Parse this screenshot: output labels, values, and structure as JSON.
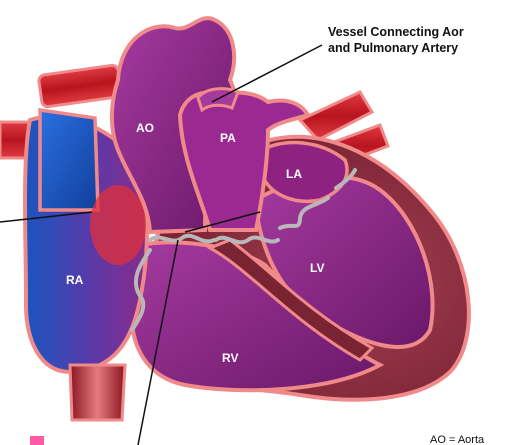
{
  "diagram": {
    "annotation": {
      "line1": "Vessel Connecting Aor",
      "line2": "and Pulmonary Artery"
    },
    "chambers": {
      "ao": "AO",
      "pa": "PA",
      "la": "LA",
      "lv": "LV",
      "ra": "RA",
      "rv": "RV"
    },
    "legend_fragment": "AO = Aorta"
  },
  "colors": {
    "outline": "#f08a8a",
    "muscle": "#8e2f3f",
    "purple": "#7a1f7a",
    "purple_light": "#9b2f93",
    "blue": "#1a4fb8",
    "red": "#d9232f",
    "valve": "#b8b8b8",
    "pink_marker": "#ff5aa5"
  }
}
